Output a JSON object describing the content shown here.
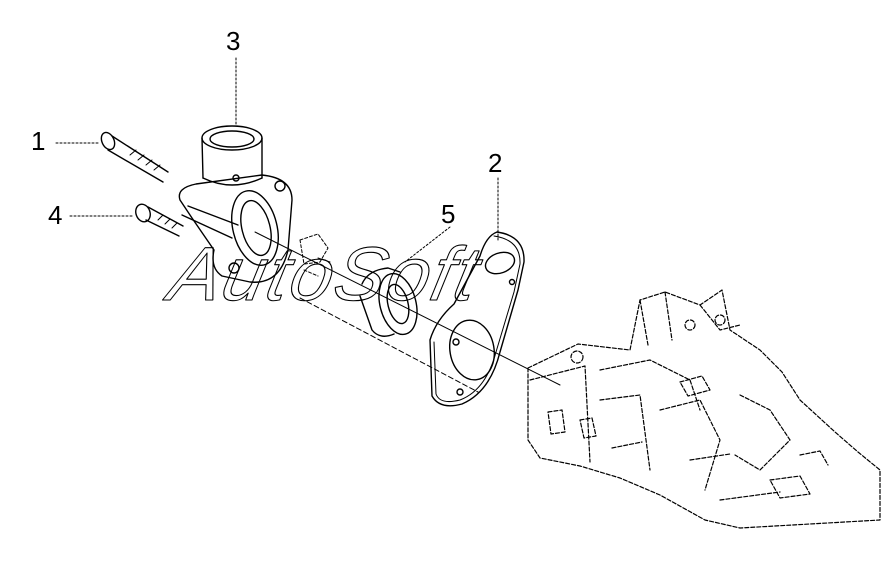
{
  "callouts": {
    "part_1": "1",
    "part_2": "2",
    "part_3": "3",
    "part_4": "4",
    "part_5": "5"
  },
  "watermark": "AutoSoft",
  "colors": {
    "line": "#000000",
    "background": "#ffffff"
  }
}
